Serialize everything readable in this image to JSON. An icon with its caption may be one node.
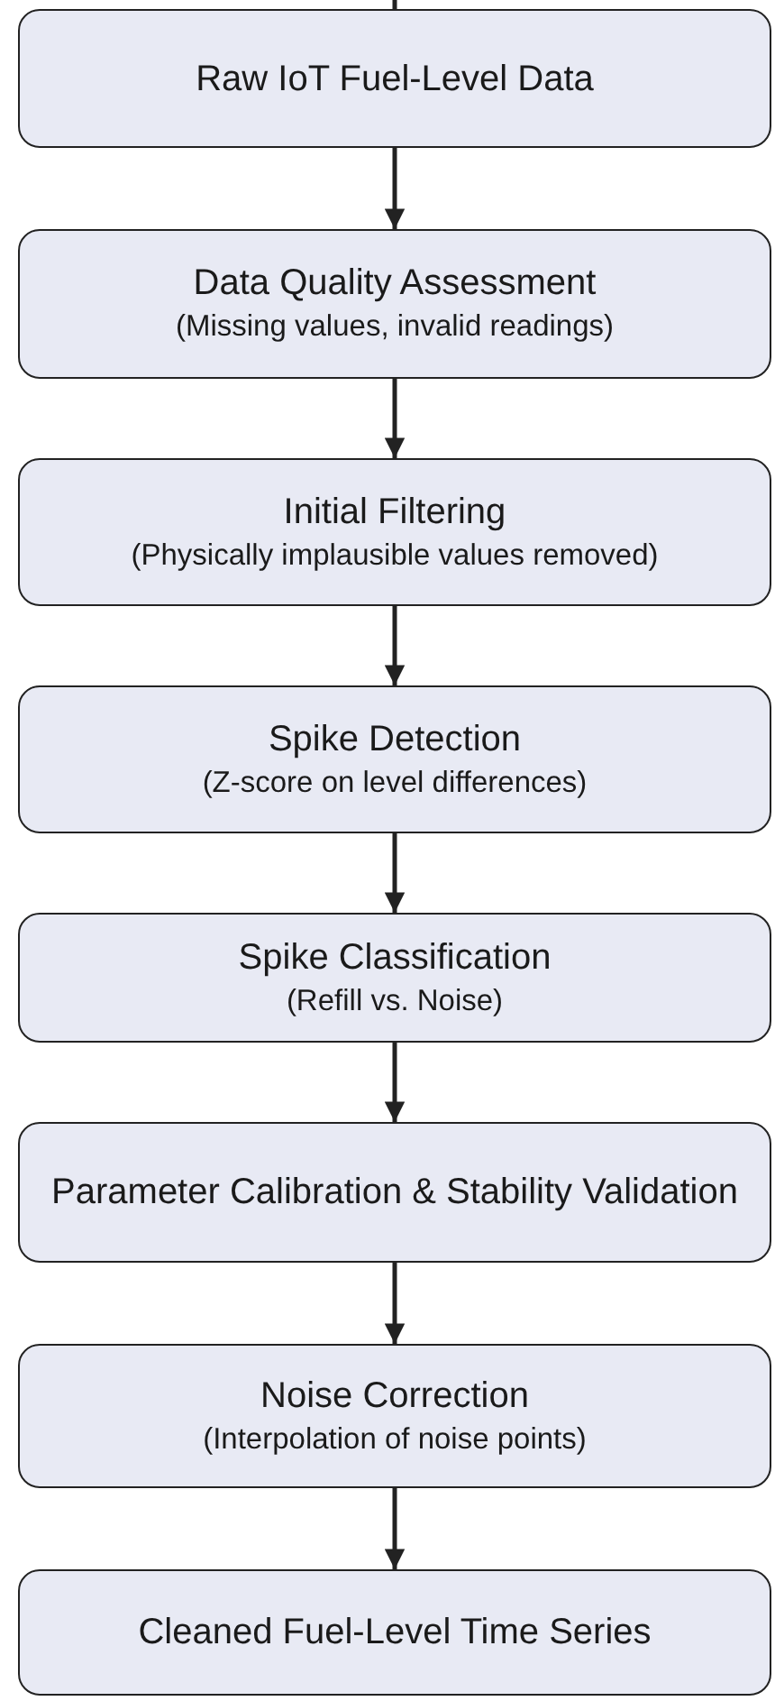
{
  "diagram": {
    "nodes": [
      {
        "text": [
          "Raw IoT Fuel-Level Data"
        ]
      },
      {
        "text": [
          "Data Quality Assessment",
          "(Missing values, invalid readings)"
        ]
      },
      {
        "text": [
          "Initial Filtering",
          "(Physically implausible values removed)"
        ]
      },
      {
        "text": [
          "Spike Detection",
          "(Z-score on level differences)"
        ]
      },
      {
        "text": [
          "Spike Classification",
          "(Refill vs. Noise)"
        ]
      },
      {
        "text": [
          "Parameter Calibration & Stability Validation"
        ]
      },
      {
        "text": [
          "Noise Correction",
          "(Interpolation of noise points)"
        ]
      },
      {
        "text": [
          "Cleaned Fuel-Level Time Series"
        ]
      }
    ],
    "edges": [
      {
        "from": null,
        "to": 0,
        "arrow": "none"
      },
      {
        "from": 0,
        "to": 1,
        "arrow": "to"
      },
      {
        "from": 1,
        "to": 2,
        "arrow": "to"
      },
      {
        "from": 2,
        "to": 3,
        "arrow": "to"
      },
      {
        "from": 3,
        "to": 4,
        "arrow": "to"
      },
      {
        "from": 4,
        "to": 5,
        "arrow": "to"
      },
      {
        "from": 5,
        "to": 6,
        "arrow": "to"
      },
      {
        "from": 6,
        "to": 7,
        "arrow": "to"
      }
    ]
  }
}
